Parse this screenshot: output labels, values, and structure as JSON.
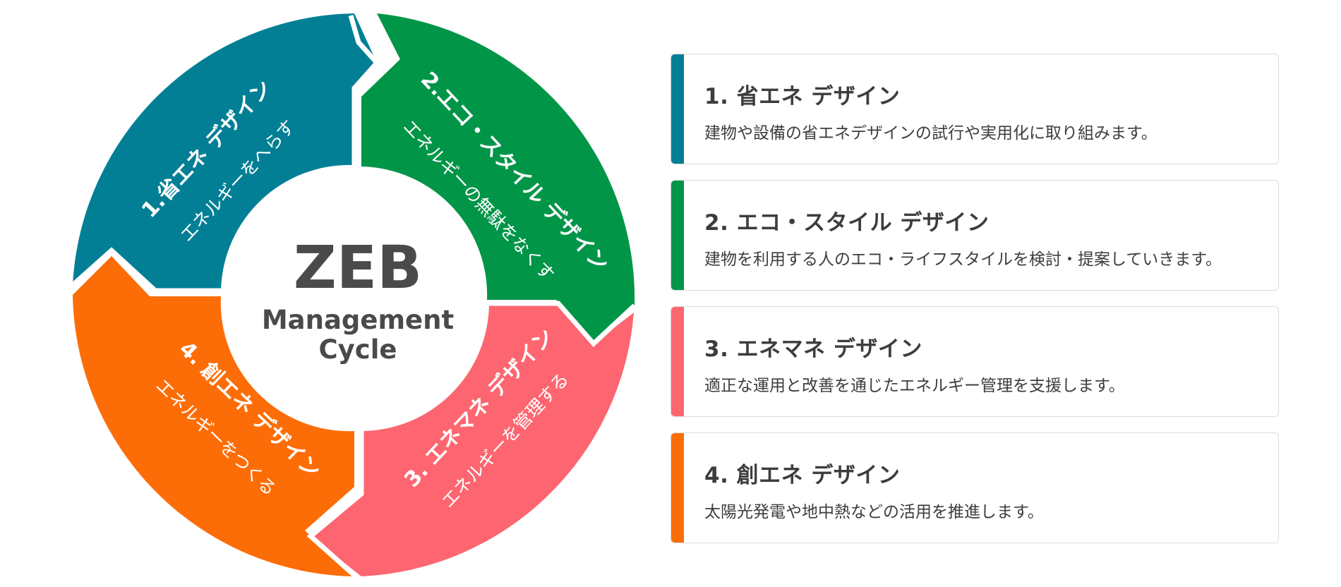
{
  "colors": {
    "teal": "#037f95",
    "green": "#019548",
    "pink": "#fd6670",
    "orange": "#fd6d07",
    "center_text": "#4a4a4a"
  },
  "center": {
    "title": "ZEB",
    "subtitle_line1": "Management",
    "subtitle_line2": "Cycle"
  },
  "segments": [
    {
      "title": "1.省エネ デザイン",
      "subtitle": "エネルギーをへらす"
    },
    {
      "title": "2.エコ・スタイル デザイン",
      "subtitle": "エネルギーの無駄をなくす"
    },
    {
      "title": "3. エネマネ デザイン",
      "subtitle": "エネルギーを管理する"
    },
    {
      "title": "4. 創エネ デザイン",
      "subtitle": "エネルギーをつくる"
    }
  ],
  "cards": [
    {
      "title": "1. 省エネ デザイン",
      "description": "建物や設備の省エネデザインの試行や実用化に取り組みます。"
    },
    {
      "title": "2. エコ・スタイル デザイン",
      "description": "建物を利用する人のエコ・ライフスタイルを検討・提案していきます。"
    },
    {
      "title": "3. エネマネ デザイン",
      "description": "適正な運用と改善を通じたエネルギー管理を支援します。"
    },
    {
      "title": "4. 創エネ デザイン",
      "description": "太陽光発電や地中熱などの活用を推進します。"
    }
  ]
}
